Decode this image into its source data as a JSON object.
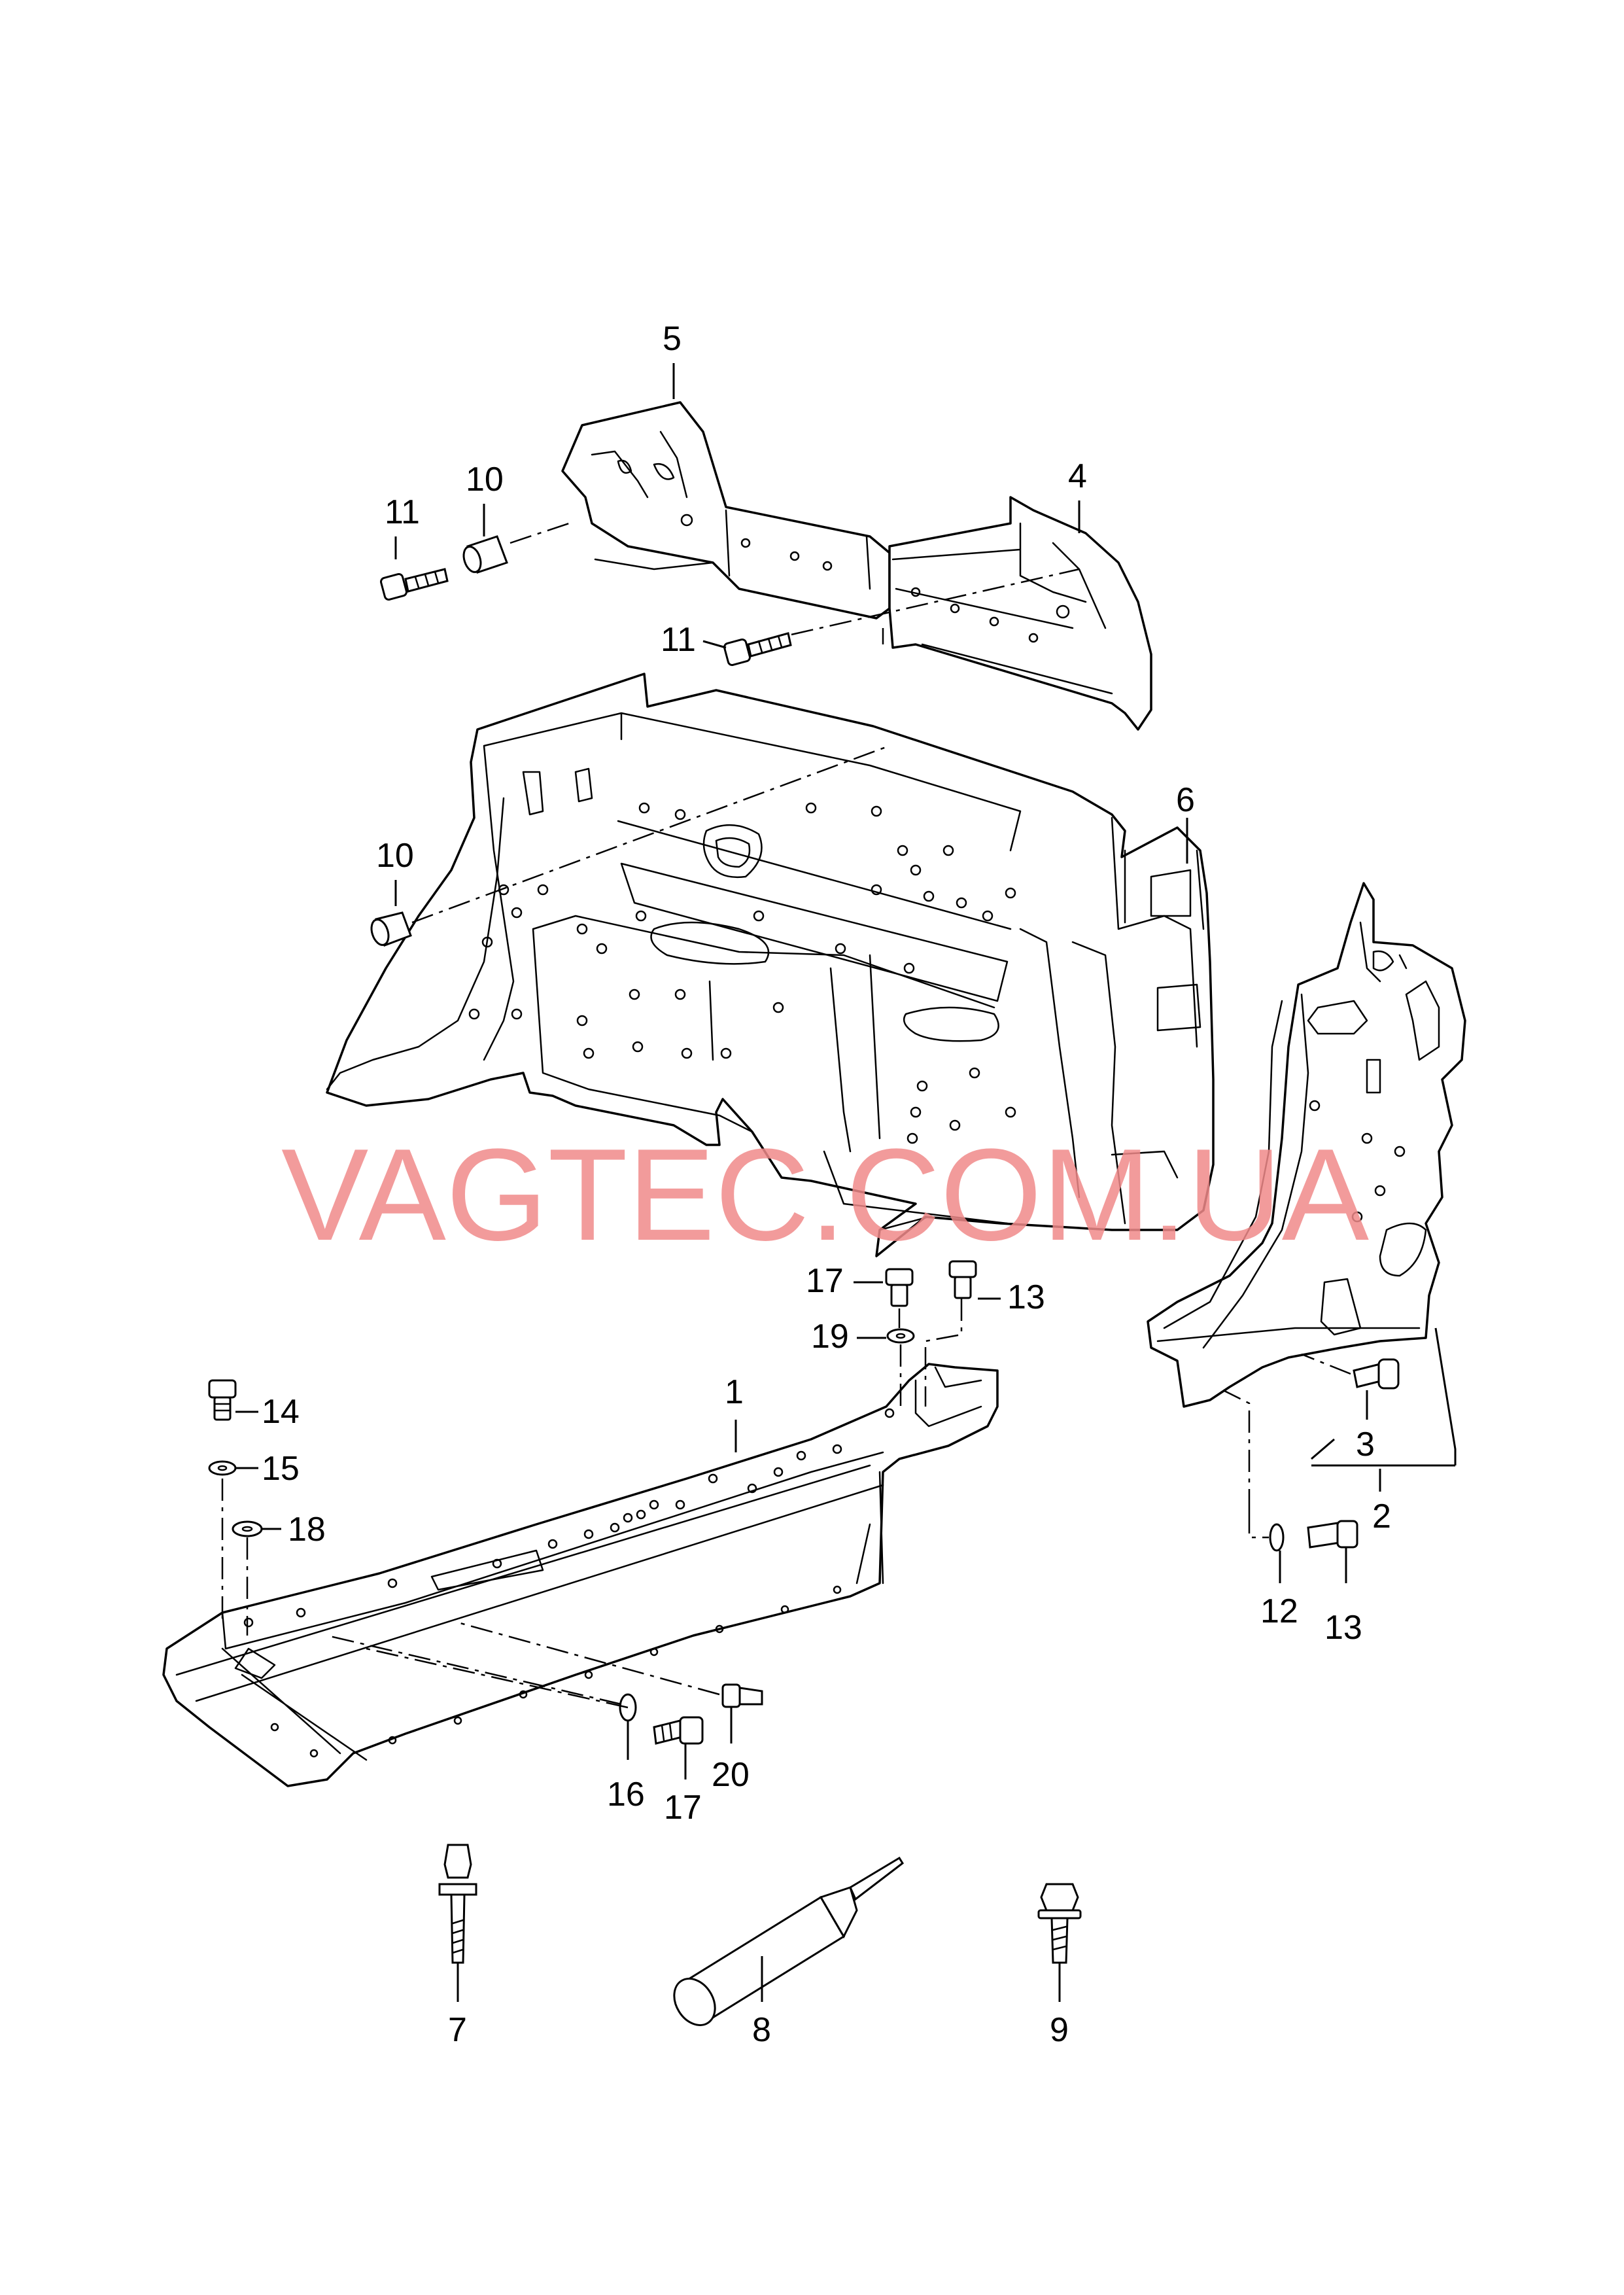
{
  "watermark": "VAGTEC.COM.UA",
  "callouts": {
    "c1": "1",
    "c2": "2",
    "c3": "3",
    "c4": "4",
    "c5": "5",
    "c6": "6",
    "c7": "7",
    "c8": "8",
    "c9": "9",
    "c10a": "10",
    "c10b": "10",
    "c11a": "11",
    "c11b": "11",
    "c12": "12",
    "c13a": "13",
    "c13b": "13",
    "c14": "14",
    "c15": "15",
    "c16": "16",
    "c17a": "17",
    "c17b": "17",
    "c18": "18",
    "c19": "19",
    "c20": "20"
  }
}
